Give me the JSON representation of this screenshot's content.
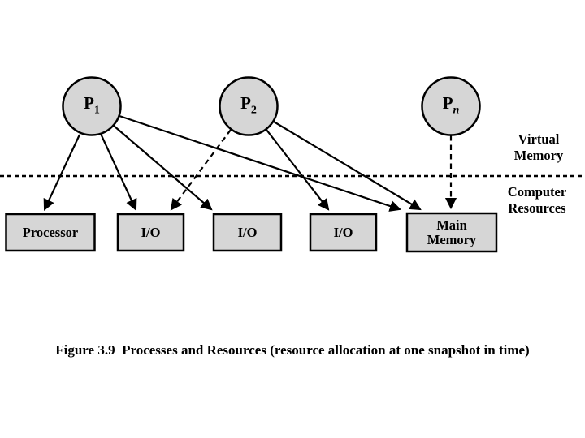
{
  "colors": {
    "background": "#ffffff",
    "node_fill": "#d6d6d6",
    "line": "#000000"
  },
  "processes": [
    {
      "id": "p1",
      "base": "P",
      "sub": "1"
    },
    {
      "id": "p2",
      "base": "P",
      "sub": "2"
    },
    {
      "id": "pn",
      "base": "P",
      "sub": "n"
    }
  ],
  "resources": [
    {
      "id": "processor",
      "label": "Processor"
    },
    {
      "id": "io1",
      "label": "I/O"
    },
    {
      "id": "io2",
      "label": "I/O"
    },
    {
      "id": "io3",
      "label": "I/O"
    },
    {
      "id": "main_memory",
      "label_line1": "Main",
      "label_line2": "Memory"
    }
  ],
  "region_labels": {
    "above_line1": "Virtual",
    "above_line2": "Memory",
    "below_line1": "Computer",
    "below_line2": "Resources"
  },
  "edges": [
    {
      "from": "p1",
      "to": "processor",
      "style": "solid"
    },
    {
      "from": "p1",
      "to": "io1",
      "style": "solid"
    },
    {
      "from": "p1",
      "to": "io2",
      "style": "solid"
    },
    {
      "from": "p1",
      "to": "main_memory",
      "style": "solid"
    },
    {
      "from": "p2",
      "to": "io1",
      "style": "dashed"
    },
    {
      "from": "p2",
      "to": "io3",
      "style": "solid"
    },
    {
      "from": "p2",
      "to": "main_memory",
      "style": "solid"
    },
    {
      "from": "pn",
      "to": "main_memory",
      "style": "dashed"
    }
  ],
  "caption": "Figure 3.9  Processes and Resources (resource allocation at one snapshot in time)"
}
